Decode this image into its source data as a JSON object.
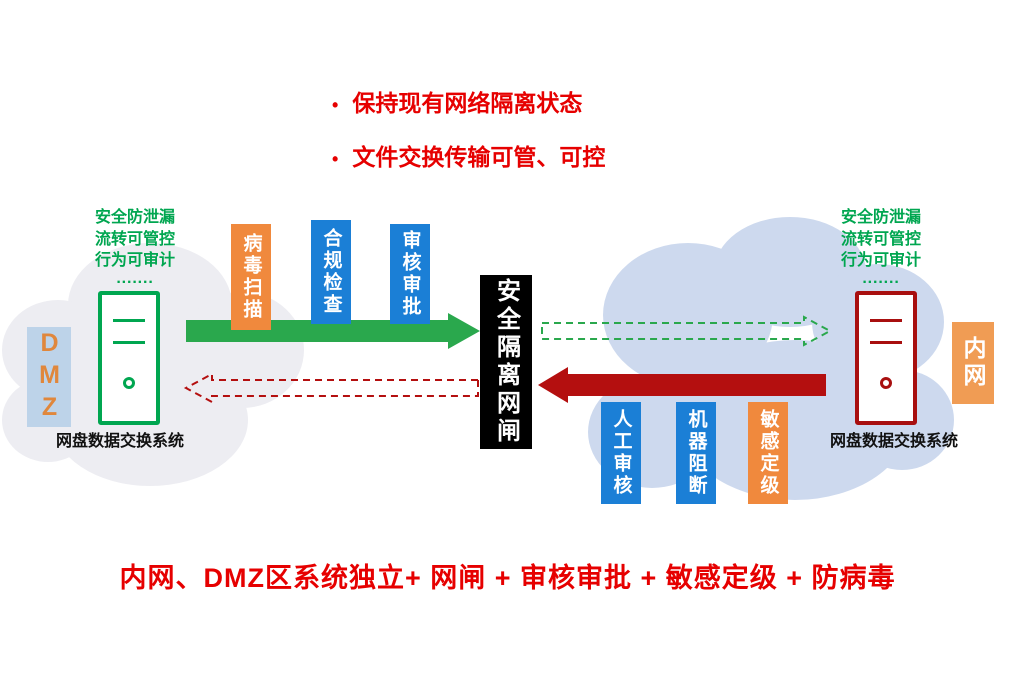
{
  "bullets": {
    "marker": "•",
    "items": [
      "保持现有网络隔离状态",
      "文件交换传输可管、可控"
    ]
  },
  "left_zone": {
    "zone_label": "DMZ",
    "features": "安全防泄漏\n流转可管控\n行为可审计\n·······",
    "system_label": "网盘数据交换系统"
  },
  "right_zone": {
    "zone_label": "内网",
    "features": "安全防泄漏\n流转可管控\n行为可审计\n·······",
    "system_label": "网盘数据交换系统"
  },
  "gateway": {
    "label": "安全隔离网闸"
  },
  "outbound_badges": [
    {
      "label": "病毒扫描",
      "color": "#f0893d"
    },
    {
      "label": "合规检查",
      "color": "#1b7fd6"
    },
    {
      "label": "审核审批",
      "color": "#1b7fd6"
    }
  ],
  "inbound_badges": [
    {
      "label": "人工审核",
      "color": "#1b7fd6"
    },
    {
      "label": "机器阻断",
      "color": "#1b7fd6"
    },
    {
      "label": "敏感定级",
      "color": "#f0893d"
    }
  ],
  "bottom_caption": "内网、DMZ区系统独立+ 网闸 + 审核审批 + 敏感定级 + 防病毒",
  "colors": {
    "title_red": "#e60000",
    "feature_green": "#00a650",
    "arrow_green": "#2aa84d",
    "arrow_red": "#b40f0f",
    "badge_orange": "#f0893d",
    "badge_blue": "#1b7fd6",
    "gateway_bg": "#000000",
    "gateway_text": "#ffffff",
    "dmz_badge_bg": "#bdd3e9",
    "dmz_badge_text": "#e0873c",
    "intranet_badge_bg": "#f09c54",
    "intranet_badge_text": "#ffffff",
    "left_cloud": "#ededf2",
    "right_cloud": "#cdd9ee",
    "server_left": "#00a650",
    "server_right": "#a80f0f"
  }
}
